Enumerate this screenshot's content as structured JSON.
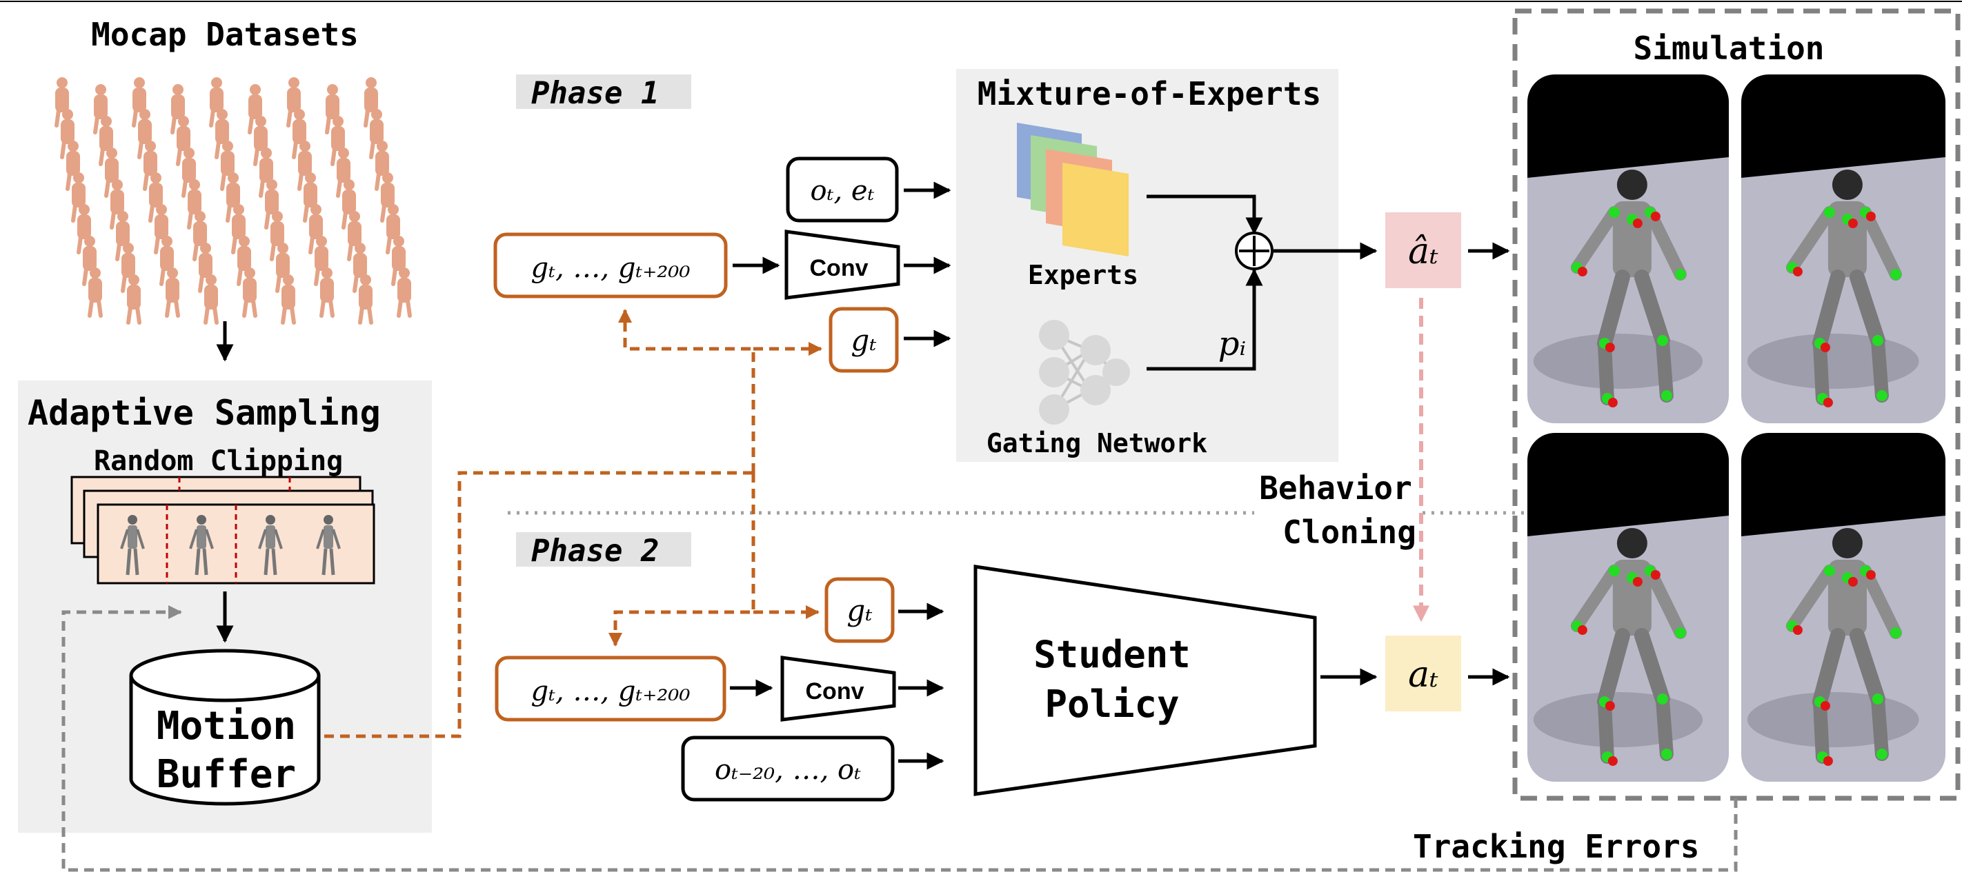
{
  "mocap": {
    "title": "Mocap Datasets"
  },
  "adaptive": {
    "title": "Adaptive Sampling",
    "clip_label": "Random Clipping",
    "buffer_line1": "Motion",
    "buffer_line2": "Buffer"
  },
  "phase1": {
    "label": "Phase 1",
    "obs": "oₜ, eₜ",
    "future_goals": "gₜ, …, gₜ₊₂₀₀",
    "goal": "gₜ",
    "conv": "Conv"
  },
  "moe": {
    "title": "Mixture-of-Experts",
    "experts_label": "Experts",
    "gating_label": "Gating Network",
    "weight": "pᵢ",
    "output": "âₜ"
  },
  "phase2": {
    "label": "Phase 2",
    "goal": "gₜ",
    "future_goals": "gₜ, …, gₜ₊₂₀₀",
    "conv": "Conv",
    "history_obs": "oₜ₋₂₀, …, oₜ",
    "policy_line1": "Student",
    "policy_line2": "Policy",
    "output": "aₜ"
  },
  "bc": {
    "line1": "Behavior",
    "line2": "Cloning"
  },
  "sim": {
    "title": "Simulation"
  },
  "tracking": {
    "label": "Tracking Errors"
  },
  "colors": {
    "orange": "#c0621f",
    "gray_dash": "#8a8a8a",
    "panel_bg": "#efefef",
    "phase_bg": "#e3e3e3",
    "output_hat_bg": "#f4d0d0",
    "output_bg": "#fbeec4",
    "bc_arrow": "#eaa8a8",
    "expert_colors": [
      "#8fa9d8",
      "#a8d79a",
      "#f2a98a",
      "#f9d56a"
    ],
    "skin": "#e4a386",
    "floor": "#b9b9c8",
    "robot": "#8d8d8d",
    "marker_green": "#22dd22",
    "marker_red": "#e01616"
  }
}
